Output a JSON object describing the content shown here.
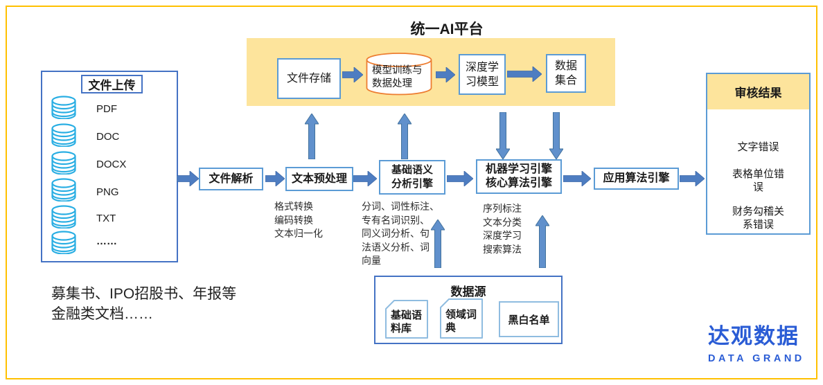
{
  "title": "统一AI平台",
  "colors": {
    "frame_border": "#FFC000",
    "banner_bg": "#FDE49C",
    "box_border_light": "#5B9BD5",
    "box_border_dark": "#4472C4",
    "card_border": "#8FBCE0",
    "cylinder_border": "#ED7D31",
    "arrow_blue": "#4E7DC1",
    "db_icon_cyan": "#29AEE3",
    "logo_blue": "#2A5CD5"
  },
  "platform": {
    "file_storage": "文件存储",
    "model_training": "模型训练与\n数据处理",
    "deep_learning": "深度学\n习模型",
    "data_collection": "数据\n集合"
  },
  "upload": {
    "title": "文件上传",
    "items": [
      "PDF",
      "DOC",
      "DOCX",
      "PNG",
      "TXT",
      "……"
    ]
  },
  "flow": {
    "parse": "文件解析",
    "preprocess": "文本预处理",
    "semantic": "基础语义\n分析引擎",
    "ml": "机器学习引擎\n核心算法引擎",
    "applied": "应用算法引擎"
  },
  "notes": {
    "preprocess": "格式转换\n编码转换\n文本归一化",
    "semantic": "分词、词性标注、\n专有名词识别、\n同义词分析、句\n法语义分析、词\n向量",
    "ml": "序列标注\n文本分类\n深度学习\n搜索算法"
  },
  "datasource": {
    "title": "数据源",
    "corpus": "基础语\n料库",
    "dictionary": "领域词\n典",
    "blacklist": "黑白名单"
  },
  "results": {
    "title": "审核结果",
    "items": [
      "文字错误",
      "表格单位错\n误",
      "财务勾稽关\n系错误"
    ]
  },
  "description": "募集书、IPO招股书、年报等\n金融类文档……",
  "logo": {
    "cn": "达观数据",
    "en": "DATA GRAND"
  }
}
